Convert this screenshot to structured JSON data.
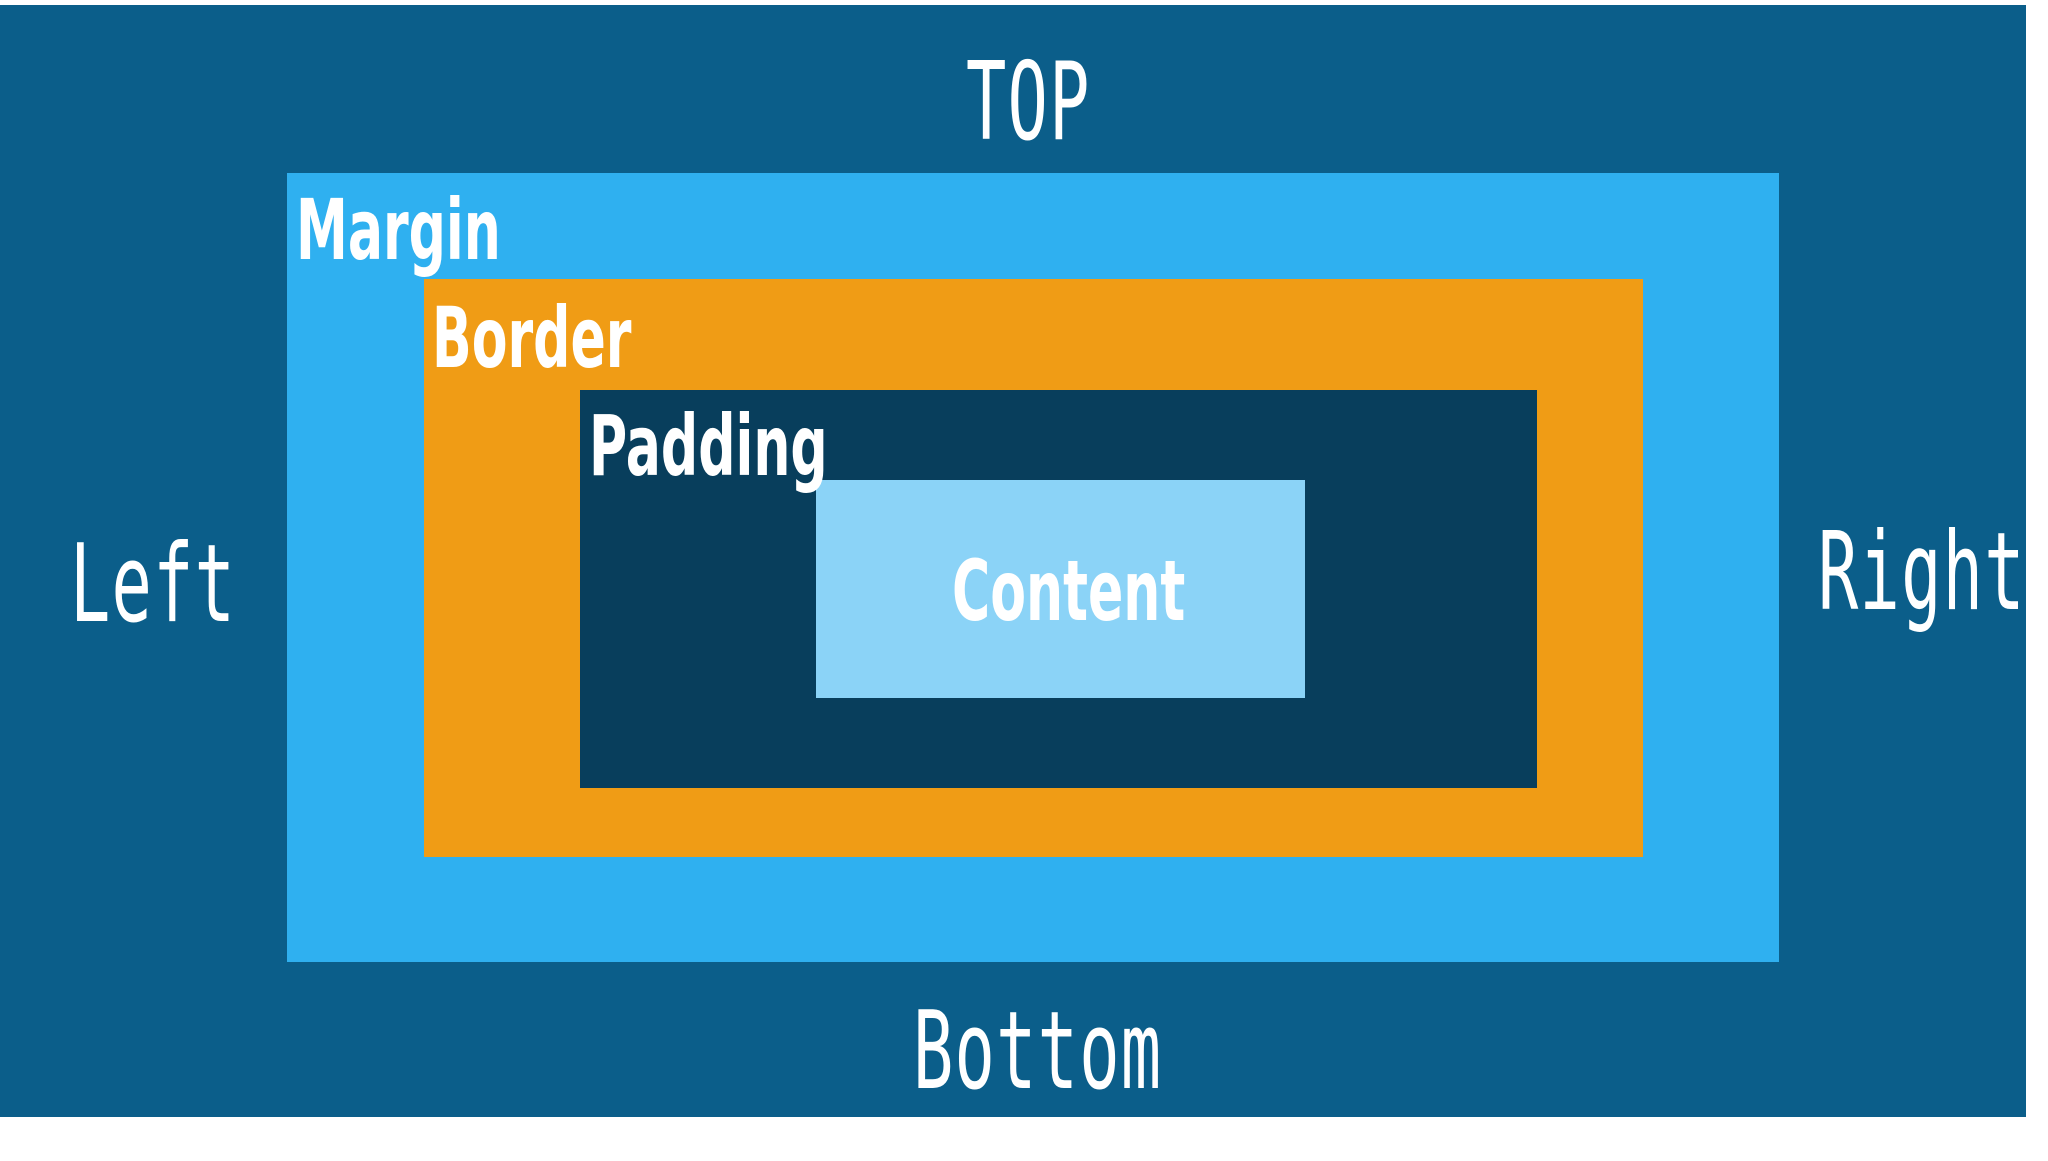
{
  "sides": {
    "top": "TOP",
    "left": "Left",
    "right": "Right",
    "bottom": "Bottom"
  },
  "boxes": {
    "margin": "Margin",
    "border": "Border",
    "padding": "Padding",
    "content": "Content"
  },
  "colors": {
    "outer": "#0b5e8a",
    "margin": "#2fb0f0",
    "border": "#f09c15",
    "padding": "#083e5c",
    "content": "#8bd3f7",
    "text": "#ffffff"
  }
}
